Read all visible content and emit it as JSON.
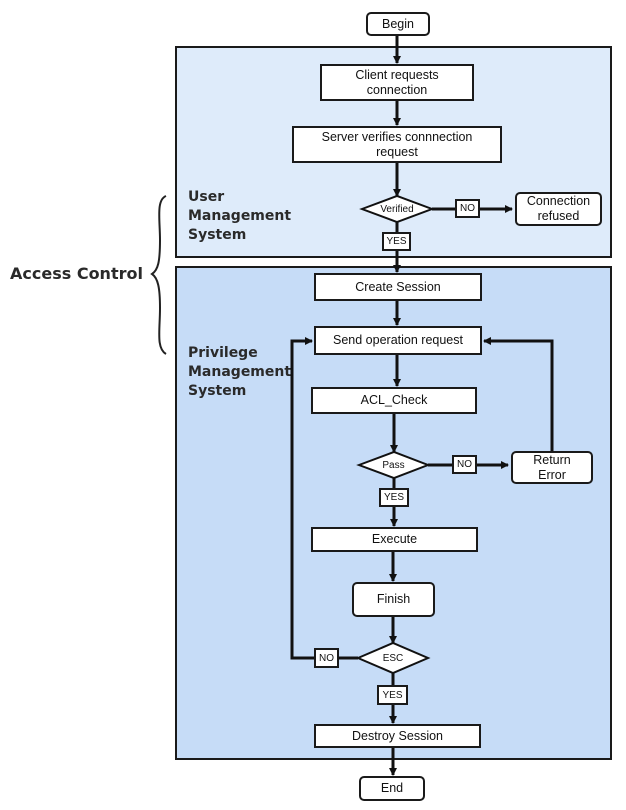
{
  "outer_label": "Access Control",
  "regions": [
    {
      "id": "ums",
      "label": "User\nManagement\nSystem",
      "color": "#deebfa"
    },
    {
      "id": "pms",
      "label": "Privilege\nManagement\nSystem",
      "color": "#c6dcf7"
    }
  ],
  "nodes": {
    "begin": "Begin",
    "client_request": "Client requests\nconnection",
    "server_verify": "Server verifies connnection\nrequest",
    "verified": "Verified",
    "refused": "Connection\nrefused",
    "create_session": "Create Session",
    "send_request": "Send operation request",
    "acl_check": "ACL_Check",
    "pass": "Pass",
    "return_error": "Return\nError",
    "execute": "Execute",
    "finish": "Finish",
    "esc": "ESC",
    "destroy_session": "Destroy Session",
    "end": "End"
  },
  "edge_labels": {
    "yes": "YES",
    "no": "NO"
  },
  "edges": [
    {
      "from": "begin",
      "to": "client_request"
    },
    {
      "from": "client_request",
      "to": "server_verify"
    },
    {
      "from": "server_verify",
      "to": "verified"
    },
    {
      "from": "verified",
      "to": "refused",
      "label": "NO"
    },
    {
      "from": "verified",
      "to": "create_session",
      "label": "YES"
    },
    {
      "from": "create_session",
      "to": "send_request"
    },
    {
      "from": "send_request",
      "to": "acl_check"
    },
    {
      "from": "acl_check",
      "to": "pass"
    },
    {
      "from": "pass",
      "to": "return_error",
      "label": "NO"
    },
    {
      "from": "return_error",
      "to": "send_request"
    },
    {
      "from": "pass",
      "to": "execute",
      "label": "YES"
    },
    {
      "from": "execute",
      "to": "finish"
    },
    {
      "from": "finish",
      "to": "esc"
    },
    {
      "from": "esc",
      "to": "send_request",
      "label": "NO"
    },
    {
      "from": "esc",
      "to": "destroy_session",
      "label": "YES"
    },
    {
      "from": "destroy_session",
      "to": "end"
    }
  ]
}
